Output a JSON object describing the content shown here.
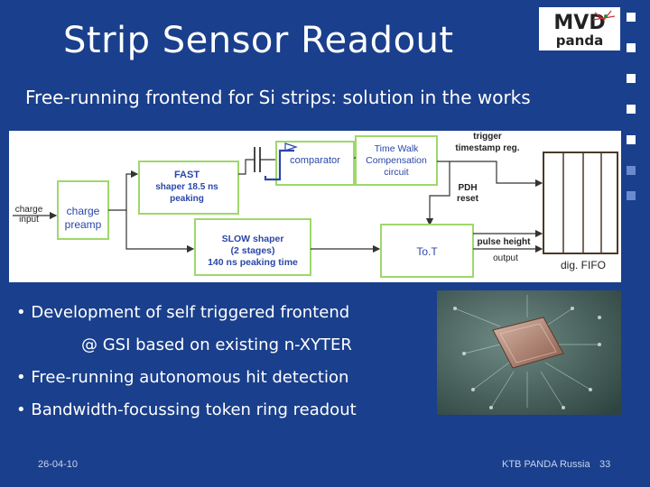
{
  "slide": {
    "title": "Strip Sensor Readout",
    "subtitle": "Free-running frontend for Si strips: solution in the works",
    "logo_text": {
      "top": "MVD",
      "bottom": "panda"
    }
  },
  "diagram": {
    "charge_input": [
      "charge",
      "input"
    ],
    "charge_preamp": [
      "charge",
      "preamp"
    ],
    "fast_shaper": [
      "FAST",
      "shaper 18.5 ns",
      "peaking"
    ],
    "slow_shaper": [
      "SLOW shaper",
      "(2 stages)",
      "140 ns peaking time"
    ],
    "comparator": "comparator",
    "time_walk": [
      "Time Walk",
      "Compensation",
      "circuit"
    ],
    "trigger": [
      "trigger",
      "timestamp reg."
    ],
    "pdh_reset": [
      "PDH",
      "reset"
    ],
    "tot": "To.T",
    "pulse_height": "pulse height",
    "output": "output",
    "fifo": "dig. FIFO"
  },
  "bullets": [
    "• Development of self triggered frontend",
    "@ GSI based on existing n-XYTER",
    "• Free-running autonomous hit detection",
    "• Bandwidth-focussing token ring readout"
  ],
  "footer": {
    "date": "26-04-10",
    "event": "KTB  PANDA Russia",
    "page": "33"
  },
  "colors": {
    "background": "#1a3f8c",
    "diagram_box_border": "#7ec850",
    "diagram_label": "#2a47a8",
    "fifo_border": "#4a3a28"
  }
}
